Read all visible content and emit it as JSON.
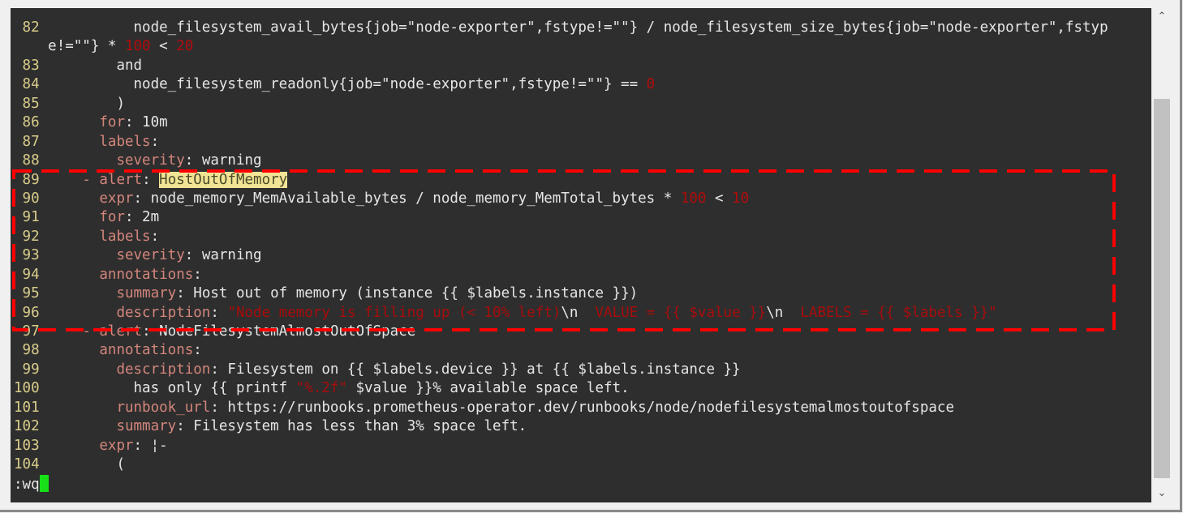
{
  "editor": {
    "rows": [
      {
        "num": " 82",
        "segs": [
          {
            "t": "          node_filesystem_avail_bytes{job=\"node-exporter\",fstype!=\"\"} / node_filesystem_size_bytes{job=\"node-exporter\",fstyp",
            "c": ""
          }
        ]
      },
      {
        "num": "   ",
        "segs": [
          {
            "t": "e!=\"\"} * ",
            "c": ""
          },
          {
            "t": "100",
            "c": "n"
          },
          {
            "t": " < ",
            "c": ""
          },
          {
            "t": "20",
            "c": "n"
          }
        ]
      },
      {
        "num": " 83",
        "segs": [
          {
            "t": "        and",
            "c": ""
          }
        ]
      },
      {
        "num": " 84",
        "segs": [
          {
            "t": "          node_filesystem_readonly{job=\"node-exporter\",fstype!=\"\"} == ",
            "c": ""
          },
          {
            "t": "0",
            "c": "n"
          }
        ]
      },
      {
        "num": " 85",
        "segs": [
          {
            "t": "        )",
            "c": ""
          }
        ]
      },
      {
        "num": " 86",
        "segs": [
          {
            "t": "      ",
            "c": ""
          },
          {
            "t": "for",
            "c": "k"
          },
          {
            "t": ": 10m",
            "c": ""
          }
        ]
      },
      {
        "num": " 87",
        "segs": [
          {
            "t": "      ",
            "c": ""
          },
          {
            "t": "labels",
            "c": "k"
          },
          {
            "t": ":",
            "c": ""
          }
        ]
      },
      {
        "num": " 88",
        "segs": [
          {
            "t": "        ",
            "c": ""
          },
          {
            "t": "severity",
            "c": "k"
          },
          {
            "t": ": warning",
            "c": ""
          }
        ]
      },
      {
        "num": " 89",
        "segs": [
          {
            "t": "    ",
            "c": ""
          },
          {
            "t": "- alert",
            "c": "k"
          },
          {
            "t": ": ",
            "c": ""
          },
          {
            "t": "HostOutOfMemory",
            "c": "h"
          }
        ]
      },
      {
        "num": " 90",
        "segs": [
          {
            "t": "      ",
            "c": ""
          },
          {
            "t": "expr",
            "c": "k"
          },
          {
            "t": ": node_memory_MemAvailable_bytes / node_memory_MemTotal_bytes * ",
            "c": ""
          },
          {
            "t": "100",
            "c": "n"
          },
          {
            "t": " < ",
            "c": ""
          },
          {
            "t": "10",
            "c": "n"
          }
        ]
      },
      {
        "num": " 91",
        "segs": [
          {
            "t": "      ",
            "c": ""
          },
          {
            "t": "for",
            "c": "k"
          },
          {
            "t": ": 2m",
            "c": ""
          }
        ]
      },
      {
        "num": " 92",
        "segs": [
          {
            "t": "      ",
            "c": ""
          },
          {
            "t": "labels",
            "c": "k"
          },
          {
            "t": ":",
            "c": ""
          }
        ]
      },
      {
        "num": " 93",
        "segs": [
          {
            "t": "        ",
            "c": ""
          },
          {
            "t": "severity",
            "c": "k"
          },
          {
            "t": ": warning",
            "c": ""
          }
        ]
      },
      {
        "num": " 94",
        "segs": [
          {
            "t": "      ",
            "c": ""
          },
          {
            "t": "annotations",
            "c": "k"
          },
          {
            "t": ":",
            "c": ""
          }
        ]
      },
      {
        "num": " 95",
        "segs": [
          {
            "t": "        ",
            "c": ""
          },
          {
            "t": "summary",
            "c": "k"
          },
          {
            "t": ": Host out of memory (instance {{ $labels.instance }})",
            "c": ""
          }
        ]
      },
      {
        "num": " 96",
        "segs": [
          {
            "t": "        ",
            "c": ""
          },
          {
            "t": "description",
            "c": "k"
          },
          {
            "t": ": ",
            "c": ""
          },
          {
            "t": "\"Node memory is filling up (< 10% left)",
            "c": "s"
          },
          {
            "t": "\\n",
            "c": "e"
          },
          {
            "t": "  VALUE = {{ $value }}",
            "c": "s"
          },
          {
            "t": "\\n",
            "c": "e"
          },
          {
            "t": "  LABELS = {{ $labels }}\"",
            "c": "s"
          }
        ]
      },
      {
        "num": " 97",
        "segs": [
          {
            "t": "    ",
            "c": ""
          },
          {
            "t": "- alert",
            "c": "k"
          },
          {
            "t": ": NodeFilesystemAlmostOutOfSpace",
            "c": ""
          }
        ]
      },
      {
        "num": " 98",
        "segs": [
          {
            "t": "      ",
            "c": ""
          },
          {
            "t": "annotations",
            "c": "k"
          },
          {
            "t": ":",
            "c": ""
          }
        ]
      },
      {
        "num": " 99",
        "segs": [
          {
            "t": "        ",
            "c": ""
          },
          {
            "t": "description",
            "c": "k"
          },
          {
            "t": ": Filesystem on {{ $labels.device }} at {{ $labels.instance }}",
            "c": ""
          }
        ]
      },
      {
        "num": "100",
        "segs": [
          {
            "t": "          has only {{ printf ",
            "c": ""
          },
          {
            "t": "\"%.2f\"",
            "c": "s"
          },
          {
            "t": " $value }}% available space left.",
            "c": ""
          }
        ]
      },
      {
        "num": "101",
        "segs": [
          {
            "t": "        ",
            "c": ""
          },
          {
            "t": "runbook_url",
            "c": "k"
          },
          {
            "t": ": https://runbooks.prometheus-operator.dev/runbooks/node/nodefilesystemalmostoutofspace",
            "c": ""
          }
        ]
      },
      {
        "num": "102",
        "segs": [
          {
            "t": "        ",
            "c": ""
          },
          {
            "t": "summary",
            "c": "k"
          },
          {
            "t": ": Filesystem has less than 3% space left.",
            "c": ""
          }
        ]
      },
      {
        "num": "103",
        "segs": [
          {
            "t": "      ",
            "c": ""
          },
          {
            "t": "expr",
            "c": "k"
          },
          {
            "t": ": ¦-",
            "c": ""
          }
        ]
      },
      {
        "num": "104",
        "segs": [
          {
            "t": "        (",
            "c": ""
          }
        ]
      }
    ],
    "command_line": ":wq"
  },
  "scrollbar": {
    "up_icon": "⌃",
    "down_icon": "⌄"
  },
  "colors": {
    "background": "#2e2e2e",
    "line_number": "#d9cd8a",
    "key": "#d4867c",
    "number_string": "#b00c0c",
    "search_highlight": "#f1e494",
    "cursor": "#18e018",
    "annotation_box": "#ff0000"
  }
}
